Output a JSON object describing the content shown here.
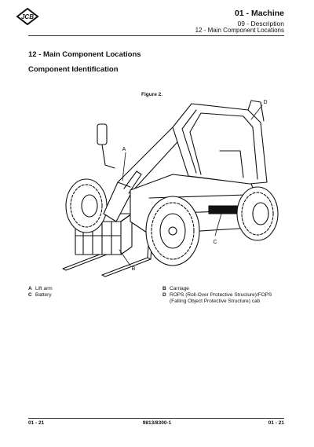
{
  "header": {
    "logo_text": "JCB",
    "chapter": "01 - Machine",
    "section": "09 - Description",
    "topic": "12 - Main Component Locations"
  },
  "content": {
    "title": "12 - Main Component Locations",
    "subtitle": "Component Identification",
    "figure_caption": "Figure 2.",
    "callouts": [
      "A",
      "B",
      "C",
      "D"
    ]
  },
  "legend": {
    "a": {
      "letter": "A",
      "text": "Lift arm"
    },
    "c": {
      "letter": "C",
      "text": "Battery"
    },
    "b": {
      "letter": "B",
      "text": "Carriage"
    },
    "d": {
      "letter": "D",
      "line1": "ROPS (Roll-Over Protective Structure)/FOPS",
      "line2": "(Falling Object Protective Structure) cab"
    }
  },
  "footer": {
    "left": "01 - 21",
    "center": "9813/8300-1",
    "right": "01 - 21"
  }
}
